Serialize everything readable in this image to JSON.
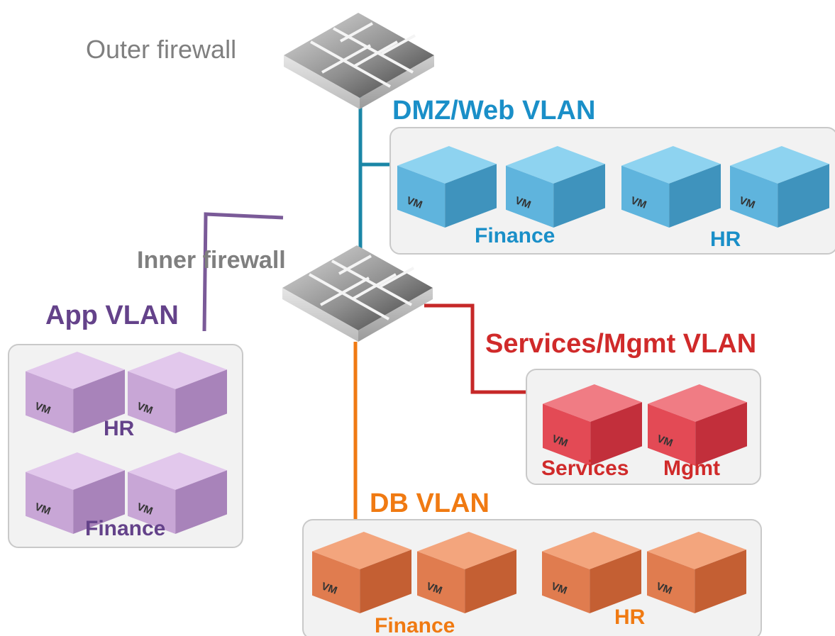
{
  "firewalls": {
    "outer": {
      "label": "Outer firewall"
    },
    "inner": {
      "label": "Inner firewall"
    }
  },
  "vm_glyph": "VM",
  "vlans": {
    "dmz": {
      "title": "DMZ/Web VLAN",
      "color": "#1a8fc8",
      "line_color": "#1a86a6",
      "cube_top": "#8ed3f0",
      "cube_left": "#5fb4dd",
      "cube_right": "#3f93bd",
      "groups": [
        "Finance",
        "HR"
      ]
    },
    "app": {
      "title": "App VLAN",
      "color": "#64428a",
      "line_color": "#7a5a98",
      "cube_top": "#e2c8ec",
      "cube_left": "#c8a6d6",
      "cube_right": "#a883ba",
      "groups": [
        "HR",
        "Finance"
      ]
    },
    "services": {
      "title": "Services/Mgmt VLAN",
      "color": "#d02a2a",
      "line_color": "#c62828",
      "cube_top": "#f07c84",
      "cube_left": "#e34a55",
      "cube_right": "#c22f3b",
      "groups": [
        "Services",
        "Mgmt"
      ]
    },
    "db": {
      "title": "DB VLAN",
      "color": "#f07a12",
      "line_color": "#f07a12",
      "cube_top": "#f3a57d",
      "cube_left": "#e07c4f",
      "cube_right": "#c45f33",
      "groups": [
        "Finance",
        "HR"
      ]
    }
  }
}
